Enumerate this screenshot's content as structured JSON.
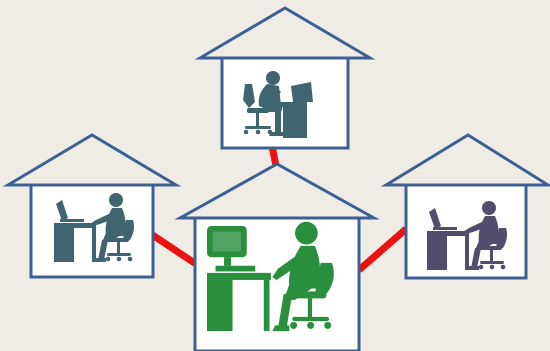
{
  "colors": {
    "background": "#efece6",
    "house_outline": "#3e5f93",
    "house_fill": "#ffffff",
    "link": "#ee1111",
    "worker_central": "#2a8f3d",
    "worker_teal": "#3f6670",
    "worker_purple": "#524d6c"
  },
  "houses": [
    {
      "id": "top",
      "icon": "worker-at-laptop-icon",
      "color_key": "worker_teal"
    },
    {
      "id": "left",
      "icon": "worker-at-desktop-computer-icon",
      "color_key": "worker_teal"
    },
    {
      "id": "right",
      "icon": "worker-at-laptop-icon",
      "color_key": "worker_purple"
    },
    {
      "id": "center",
      "icon": "worker-at-desktop-computer-icon",
      "color_key": "worker_central",
      "role": "hub"
    }
  ],
  "links": [
    {
      "from": "center",
      "to": "top"
    },
    {
      "from": "center",
      "to": "left"
    },
    {
      "from": "center",
      "to": "right"
    }
  ]
}
